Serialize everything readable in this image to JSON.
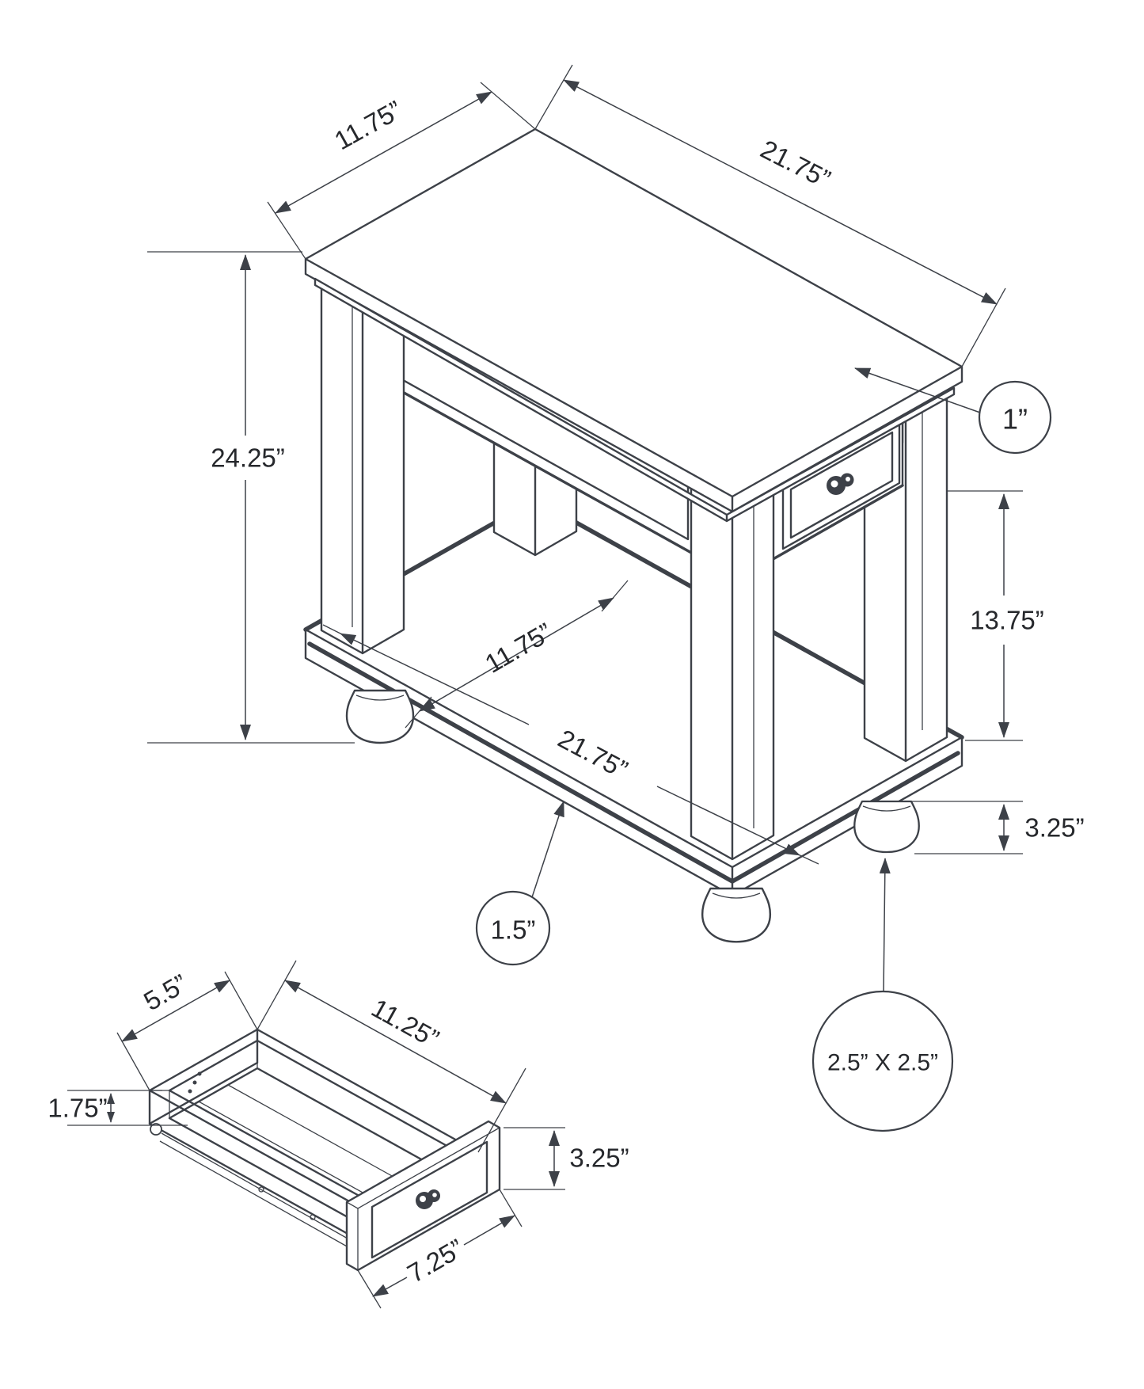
{
  "page": {
    "background": "#ffffff",
    "line_color": "#3d4148",
    "text_color": "#26282c",
    "drawing_type": "furniture dimension diagram",
    "units": "inches"
  },
  "main_view": {
    "name": "accent table isometric drawing",
    "labels": {
      "top_depth": "11.75”",
      "top_length": "21.75”",
      "height": "24.25”",
      "top_thickness": "1”",
      "apron_to_shelf": "13.75”",
      "shelf_depth": "11.75”",
      "shelf_length": "21.75”",
      "shelf_thickness": "1.5”",
      "foot_height": "3.25”",
      "foot_size": "2.5” X 2.5”"
    }
  },
  "drawer_view": {
    "name": "open drawer detail drawing",
    "labels": {
      "inner_width": "5.5”",
      "side_length": "11.25”",
      "side_height": "1.75”",
      "front_height": "3.25”",
      "front_width": "7.25”"
    }
  }
}
